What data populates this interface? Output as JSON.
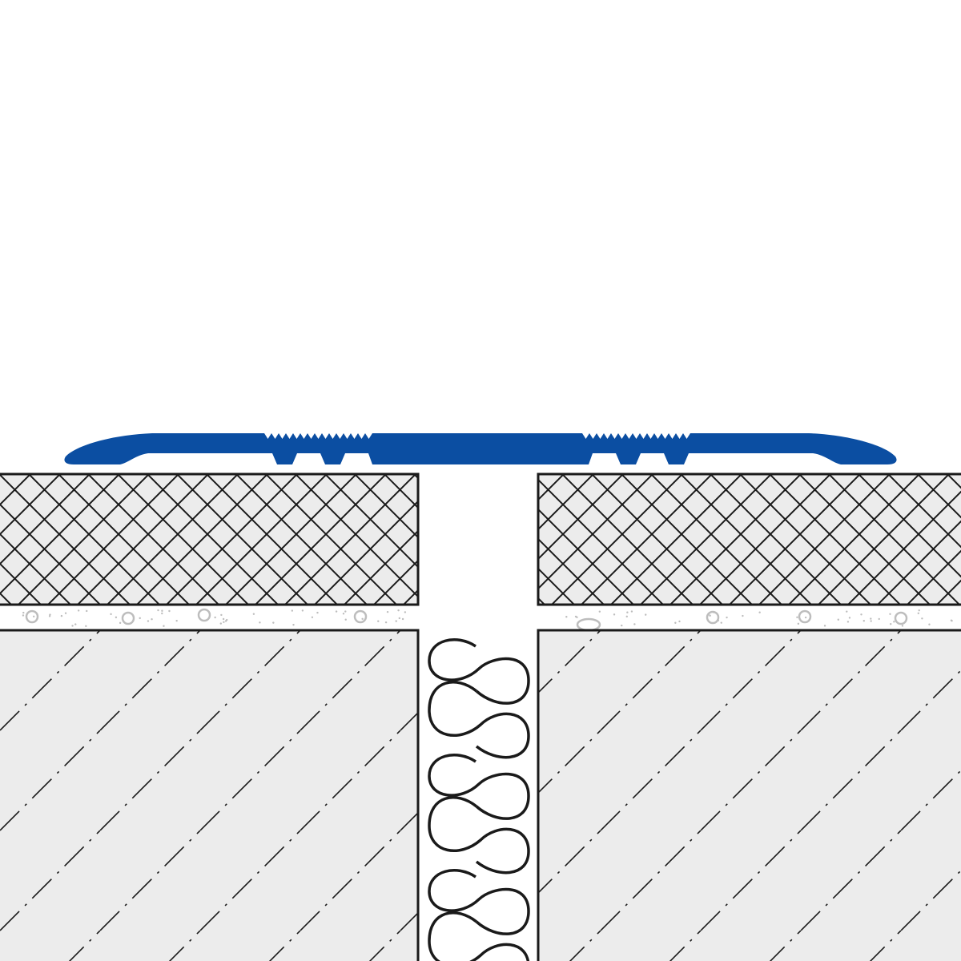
{
  "diagram": {
    "type": "floor transition profile cross-section",
    "colors": {
      "profile": "#0b4ea2",
      "line": "#1a1a1a",
      "fill": "#ececec",
      "background": "#ffffff",
      "mortar_specks": "#bdbdbd"
    },
    "parts": [
      "transition-profile",
      "left-tile",
      "right-tile",
      "mortar-bed",
      "left-screed",
      "right-screed",
      "foam-joint-filler"
    ]
  }
}
